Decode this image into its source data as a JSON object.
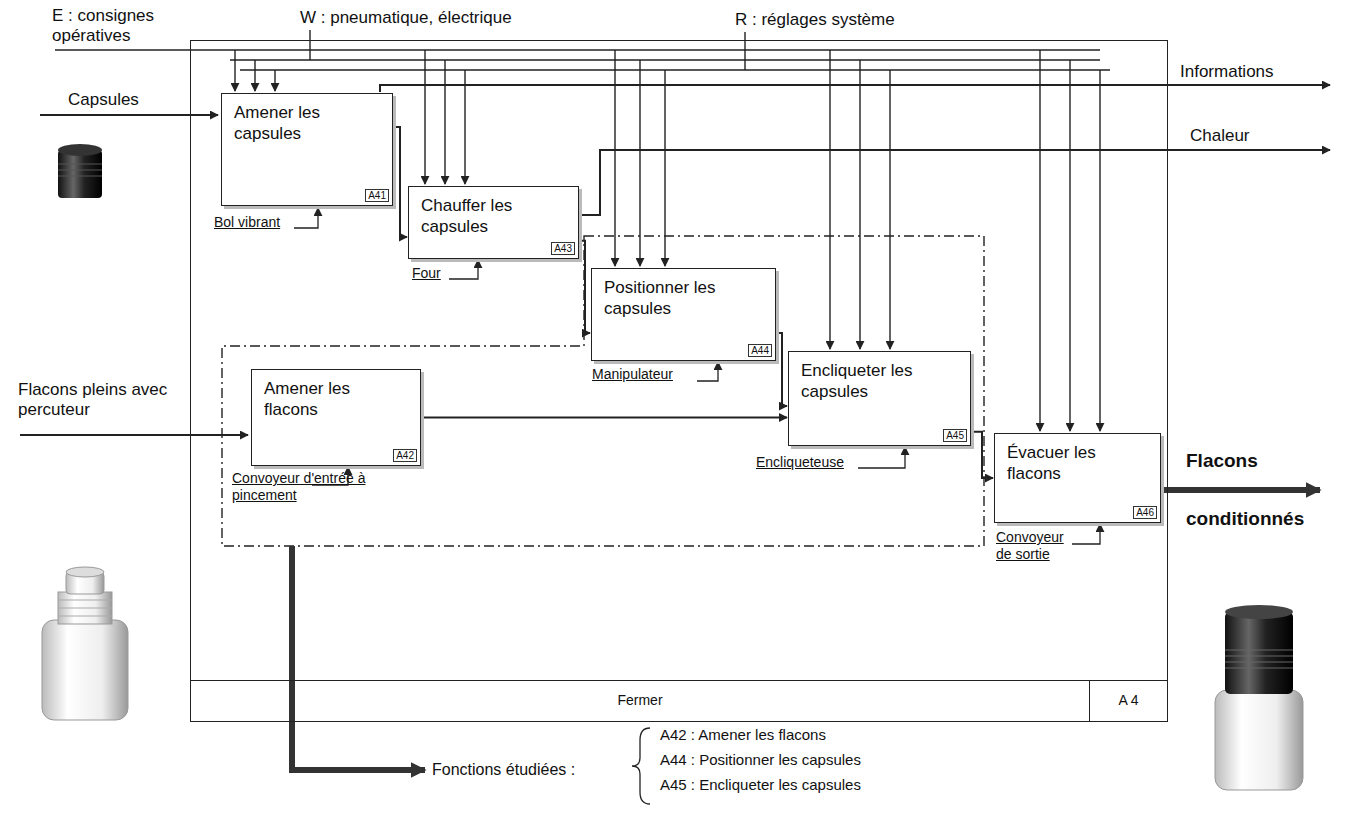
{
  "diagram": {
    "nodes": [
      {
        "text": [
          "Fermer",
          "A 4"
        ]
      },
      {
        "text": [
          "Amener les capsules",
          "A41"
        ],
        "in": 0
      },
      {
        "text": [
          "Chauffer les capsules",
          "A43"
        ],
        "in": 0
      },
      {
        "text": [
          "Positionner les capsules",
          "A44"
        ],
        "in": 0
      },
      {
        "text": [
          "Amener les flacons",
          "A42"
        ],
        "in": 0
      },
      {
        "text": [
          "Encliqueter les capsules",
          "A45"
        ],
        "in": 0
      },
      {
        "text": [
          "Évacuer les flacons",
          "A46"
        ],
        "in": 0
      }
    ],
    "edges": [
      {
        "from": 1,
        "to": 2,
        "arrow": "to"
      },
      {
        "from": 2,
        "to": 3,
        "arrow": "to"
      },
      {
        "from": 3,
        "to": 5,
        "arrow": "to"
      },
      {
        "from": 4,
        "to": 5,
        "arrow": "to"
      },
      {
        "from": 5,
        "to": 6,
        "arrow": "to"
      }
    ],
    "labels": [
      "E : consignes opératives",
      "W : pneumatique, électrique",
      "R : réglages système",
      "Informations",
      "Capsules",
      "Chaleur",
      "Bol vibrant",
      "Four",
      "Manipulateur",
      "Flacons pleins avec percuteur",
      "Convoyeur d'entrée à pincement",
      "Encliqueteuse",
      "Flacons conditionnés",
      "Convoyeur de sortie",
      "Fonctions étudiées :",
      "A42 : Amener les flacons",
      "A44 : Positionner les capsules",
      "A45 : Encliqueter les capsules"
    ]
  }
}
